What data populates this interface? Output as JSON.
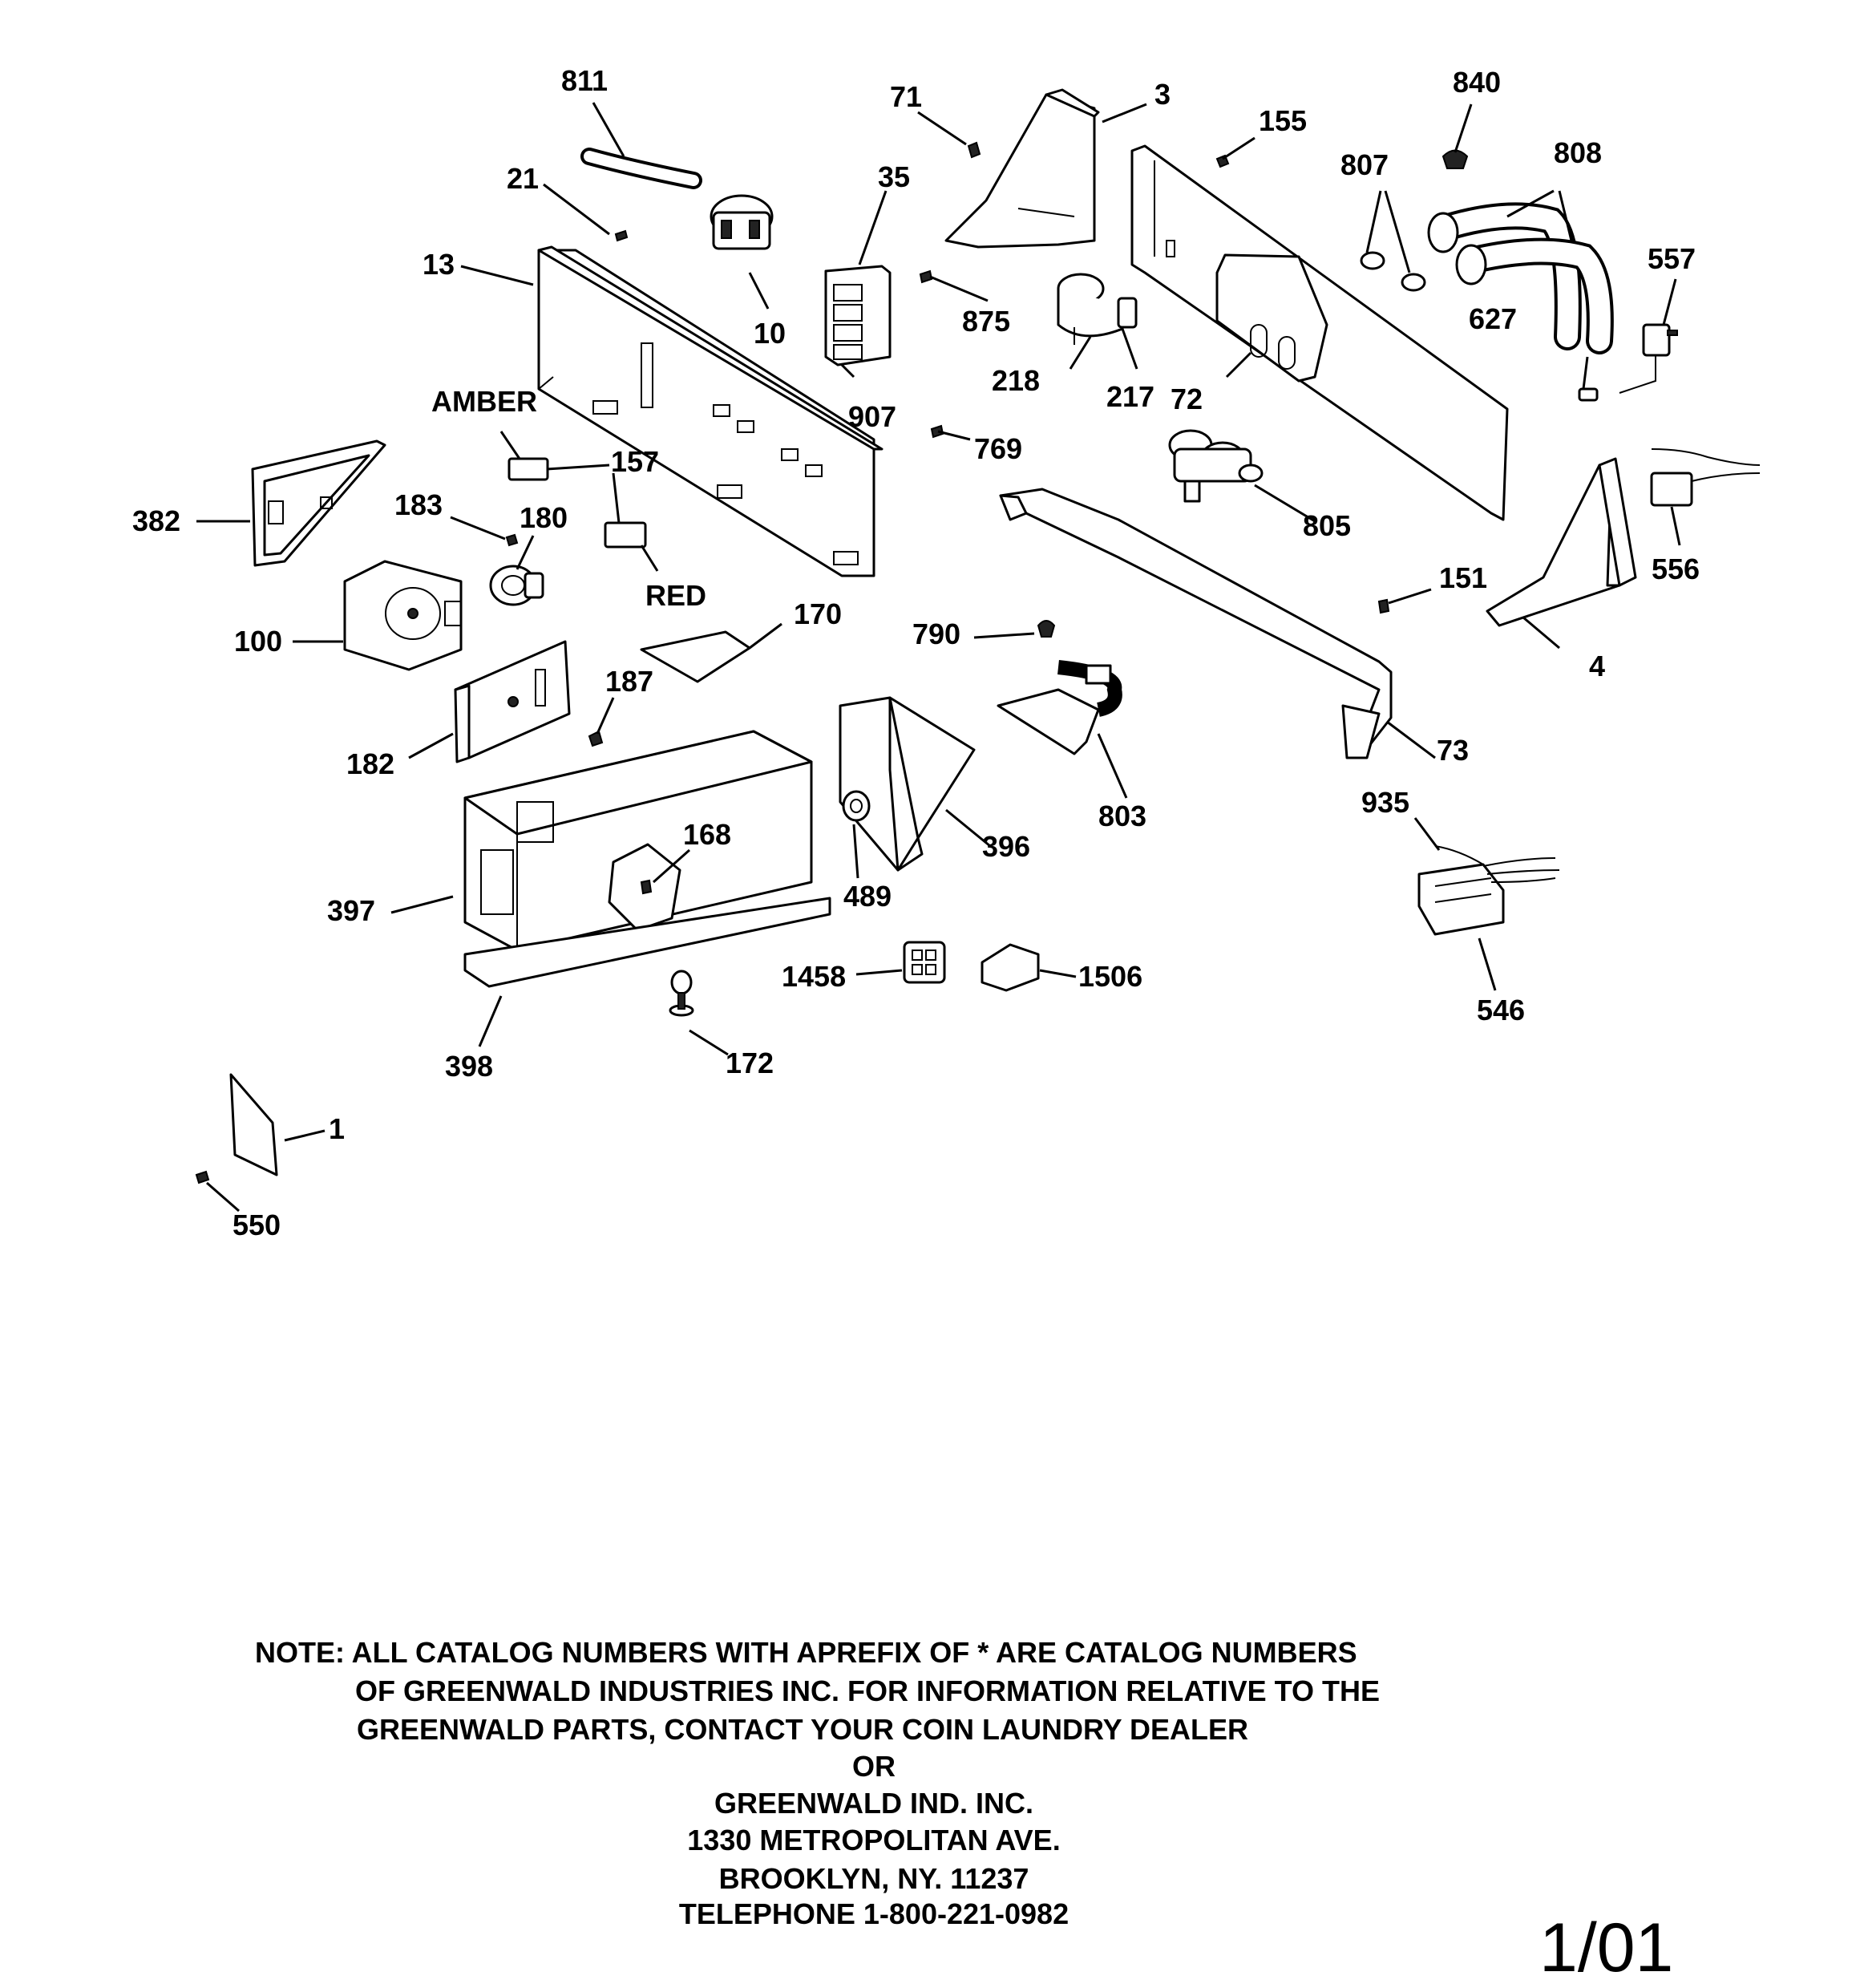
{
  "diagram": {
    "parts": [
      {
        "id": "811",
        "label": "811"
      },
      {
        "id": "21",
        "label": "21"
      },
      {
        "id": "13",
        "label": "13"
      },
      {
        "id": "10",
        "label": "10"
      },
      {
        "id": "35",
        "label": "35"
      },
      {
        "id": "71",
        "label": "71"
      },
      {
        "id": "3",
        "label": "3"
      },
      {
        "id": "155",
        "label": "155"
      },
      {
        "id": "840",
        "label": "840"
      },
      {
        "id": "807",
        "label": "807"
      },
      {
        "id": "808",
        "label": "808"
      },
      {
        "id": "557",
        "label": "557"
      },
      {
        "id": "875",
        "label": "875"
      },
      {
        "id": "907",
        "label": "907"
      },
      {
        "id": "218",
        "label": "218"
      },
      {
        "id": "217",
        "label": "217"
      },
      {
        "id": "72",
        "label": "72"
      },
      {
        "id": "627",
        "label": "627"
      },
      {
        "id": "amber",
        "label": "AMBER"
      },
      {
        "id": "157",
        "label": "157"
      },
      {
        "id": "382",
        "label": "382"
      },
      {
        "id": "183",
        "label": "183"
      },
      {
        "id": "180",
        "label": "180"
      },
      {
        "id": "red",
        "label": "RED"
      },
      {
        "id": "769",
        "label": "769"
      },
      {
        "id": "805",
        "label": "805"
      },
      {
        "id": "556",
        "label": "556"
      },
      {
        "id": "100",
        "label": "100"
      },
      {
        "id": "170",
        "label": "170"
      },
      {
        "id": "790",
        "label": "790"
      },
      {
        "id": "151",
        "label": "151"
      },
      {
        "id": "4",
        "label": "4"
      },
      {
        "id": "187",
        "label": "187"
      },
      {
        "id": "182",
        "label": "182"
      },
      {
        "id": "73",
        "label": "73"
      },
      {
        "id": "168",
        "label": "168"
      },
      {
        "id": "803",
        "label": "803"
      },
      {
        "id": "396",
        "label": "396"
      },
      {
        "id": "935",
        "label": "935"
      },
      {
        "id": "397",
        "label": "397"
      },
      {
        "id": "489",
        "label": "489"
      },
      {
        "id": "1458",
        "label": "1458"
      },
      {
        "id": "1506",
        "label": "1506"
      },
      {
        "id": "546",
        "label": "546"
      },
      {
        "id": "398",
        "label": "398"
      },
      {
        "id": "172",
        "label": "172"
      },
      {
        "id": "1",
        "label": "1"
      },
      {
        "id": "550",
        "label": "550"
      }
    ]
  },
  "note": {
    "line1": "NOTE: ALL CATALOG NUMBERS WITH APREFIX OF * ARE CATALOG NUMBERS",
    "line2": "OF GREENWALD INDUSTRIES INC. FOR INFORMATION RELATIVE TO THE",
    "line3": "GREENWALD PARTS, CONTACT YOUR COIN LAUNDRY DEALER",
    "line4": "OR",
    "line5": "GREENWALD IND. INC.",
    "line6": "1330 METROPOLITAN AVE.",
    "line7": "BROOKLYN, NY. 11237",
    "line8": "TELEPHONE 1-800-221-0982"
  },
  "revision": "1/01"
}
